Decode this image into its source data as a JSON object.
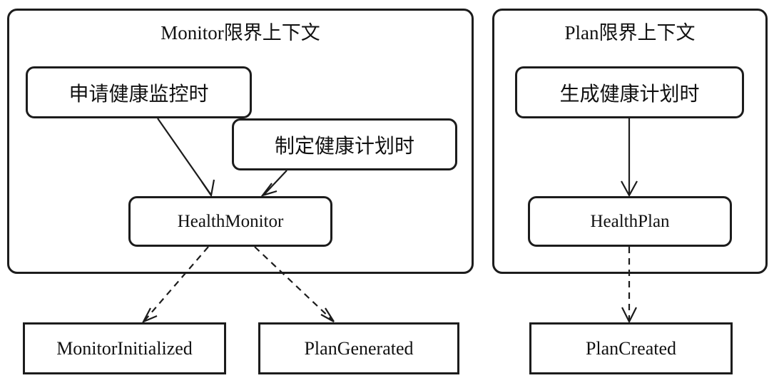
{
  "diagram": {
    "type": "bounded-context-diagram",
    "background": "#ffffff",
    "line_color": "#1c1c1c",
    "contexts": [
      {
        "id": "monitor-context",
        "title": "Monitor限界上下文",
        "commands": [
          {
            "id": "cmd-apply-health-monitor",
            "label": "申请健康监控时"
          },
          {
            "id": "cmd-make-health-plan",
            "label": "制定健康计划时"
          }
        ],
        "aggregate": {
          "id": "aggregate-health-monitor",
          "label": "HealthMonitor"
        },
        "events": [
          {
            "id": "event-monitor-initialized",
            "label": "MonitorInitialized"
          },
          {
            "id": "event-plan-generated",
            "label": "PlanGenerated"
          }
        ]
      },
      {
        "id": "plan-context",
        "title": "Plan限界上下文",
        "commands": [
          {
            "id": "cmd-generate-health-plan",
            "label": "生成健康计划时"
          }
        ],
        "aggregate": {
          "id": "aggregate-health-plan",
          "label": "HealthPlan"
        },
        "events": [
          {
            "id": "event-plan-created",
            "label": "PlanCreated"
          }
        ]
      }
    ],
    "edges": [
      {
        "id": "edge-apply-to-monitor",
        "from": "cmd-apply-health-monitor",
        "to": "aggregate-health-monitor",
        "style": "solid"
      },
      {
        "id": "edge-makeplan-to-monitor",
        "from": "cmd-make-health-plan",
        "to": "aggregate-health-monitor",
        "style": "solid"
      },
      {
        "id": "edge-monitor-to-initialized",
        "from": "aggregate-health-monitor",
        "to": "event-monitor-initialized",
        "style": "dashed"
      },
      {
        "id": "edge-monitor-to-plangenerated",
        "from": "aggregate-health-monitor",
        "to": "event-plan-generated",
        "style": "dashed"
      },
      {
        "id": "edge-generate-to-healthplan",
        "from": "cmd-generate-health-plan",
        "to": "aggregate-health-plan",
        "style": "solid"
      },
      {
        "id": "edge-healthplan-to-plancreated",
        "from": "aggregate-health-plan",
        "to": "event-plan-created",
        "style": "dashed"
      }
    ]
  }
}
